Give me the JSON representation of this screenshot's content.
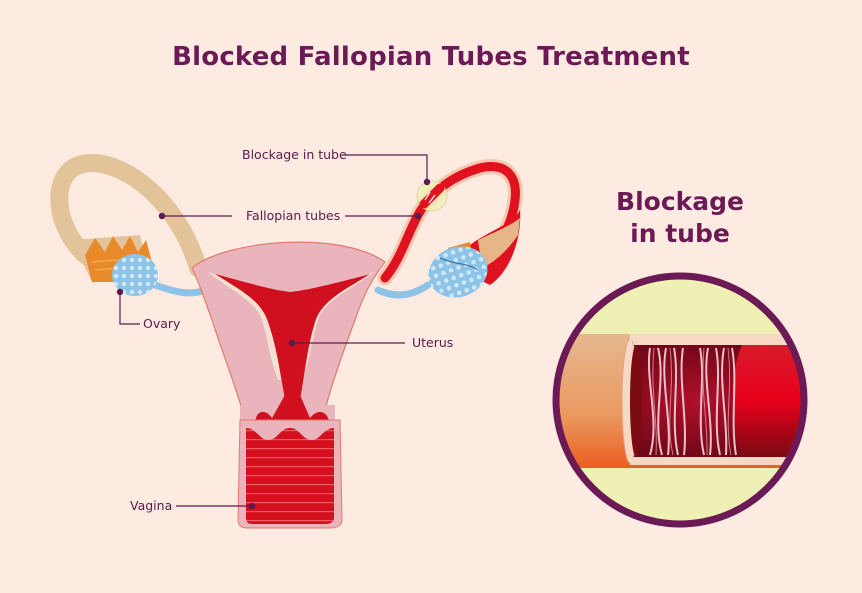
{
  "title": "Blocked Fallopian Tubes Treatment",
  "inset": {
    "title_line1": "Blockage",
    "title_line2": "in tube"
  },
  "labels": {
    "blockage": "Blockage in tube",
    "fallopian_tubes": "Fallopian tubes",
    "ovary": "Ovary",
    "uterus": "Uterus",
    "vagina": "Vagina"
  },
  "colors": {
    "background": "#fdebe1",
    "title": "#6b1a55",
    "leader_line": "#5b1a4e",
    "uterus_wall": "#eab4bd",
    "uterus_cavity": "#d0101e",
    "tube_normal": "#e2c39a",
    "fimbriae": "#e98a2a",
    "ovary": "#8cc3e6",
    "blockage_highlight": "#eef0b4",
    "inset_ring": "#6b1a55"
  }
}
